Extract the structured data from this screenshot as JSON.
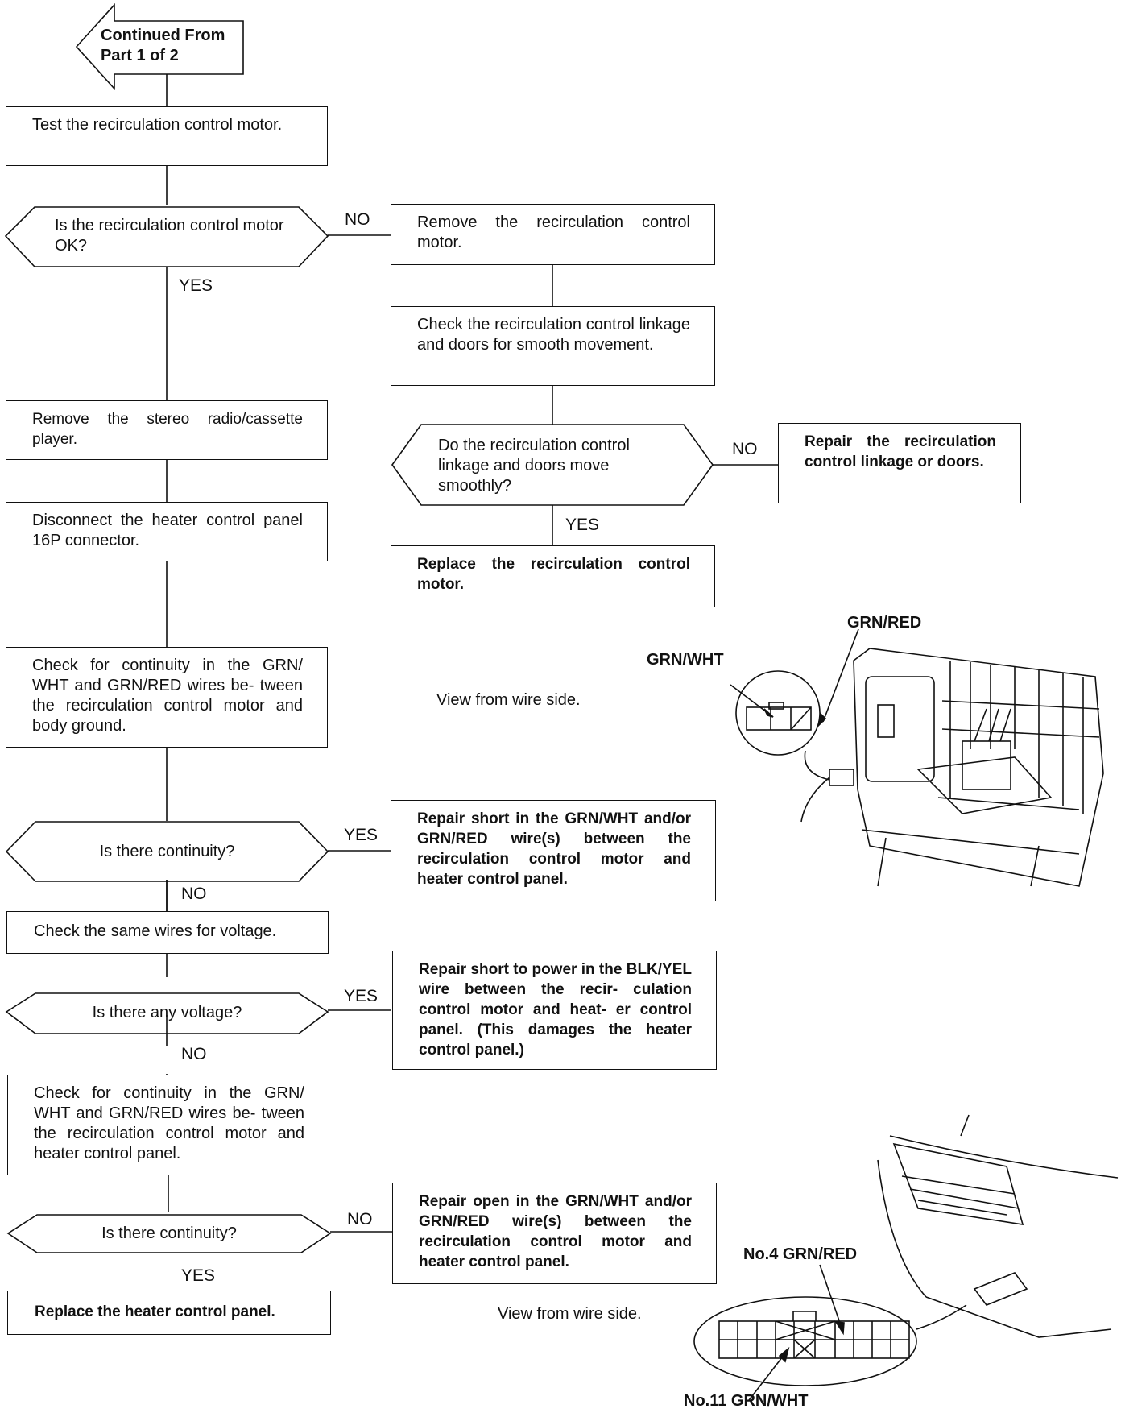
{
  "start": {
    "text": "Continued From Part 1 of 2"
  },
  "steps": {
    "test_motor": "Test the recirculation control motor.",
    "q_motor_ok": "Is the recirculation control motor OK?",
    "remove_motor": "Remove the recirculation control motor.",
    "check_linkage": "Check the recirculation control linkage and doors for smooth movement.",
    "q_linkage_smooth": "Do the recirculation control linkage and doors move smoothly?",
    "repair_linkage": "Repair the recirculation control linkage or doors.",
    "replace_motor": "Replace the recirculation control motor.",
    "remove_stereo": "Remove the stereo radio/cassette player.",
    "disconnect_16p": "Disconnect the heater control panel 16P connector.",
    "check_continuity_ground": "Check for continuity in the GRN/ WHT and GRN/RED wires be- tween the recirculation control motor and body ground.",
    "q_continuity_1": "Is there continuity?",
    "repair_short_ground": "Repair short in the GRN/WHT and/or GRN/RED wire(s) between the recirculation control motor and heater control panel.",
    "check_voltage": "Check the same wires for voltage.",
    "q_voltage": "Is there any voltage?",
    "repair_short_power": "Repair short to power in the BLK/YEL wire between the recir- culation control motor and heat- er control panel. (This damages the heater control panel.)",
    "check_continuity_panel": "Check for continuity in the GRN/ WHT and GRN/RED wires be- tween the recirculation control motor and heater control panel.",
    "q_continuity_2": "Is there continuity?",
    "repair_open": "Repair open in the GRN/WHT and/or GRN/RED wire(s) between the recirculation control motor and heater control panel.",
    "replace_panel": "Replace the heater control panel."
  },
  "answers": {
    "yes": "YES",
    "no": "NO"
  },
  "illustrations": {
    "motor": {
      "view_note": "View from wire side.",
      "callout_grn_red": "GRN/RED",
      "callout_grn_wht": "GRN/WHT"
    },
    "panel": {
      "view_note": "View from wire side.",
      "callout_no4": "No.4 GRN/RED",
      "callout_no11": "No.11 GRN/WHT"
    }
  }
}
